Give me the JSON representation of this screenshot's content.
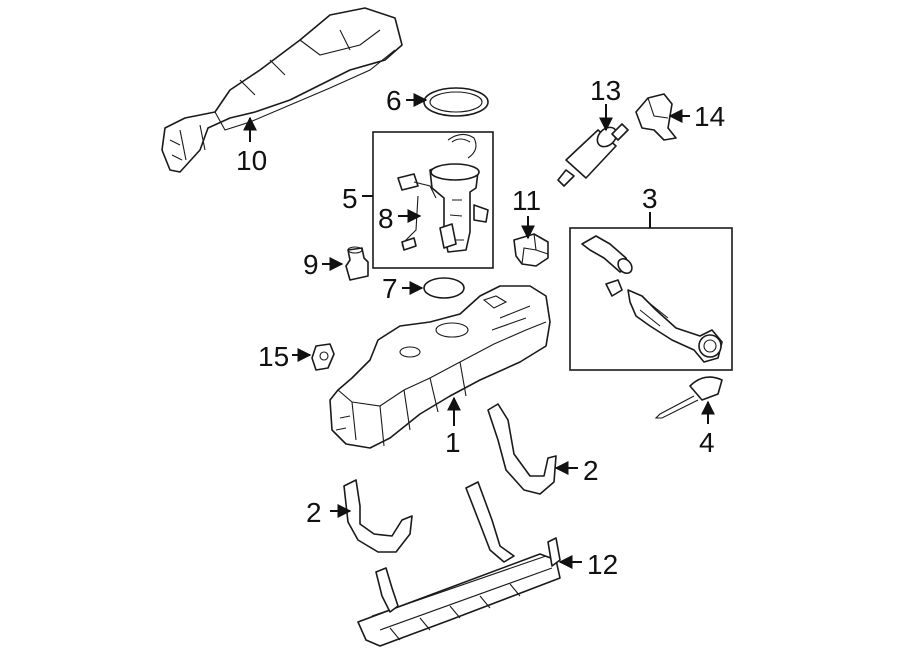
{
  "diagram": {
    "callouts": [
      {
        "id": "1",
        "label": "1"
      },
      {
        "id": "2a",
        "label": "2"
      },
      {
        "id": "2b",
        "label": "2"
      },
      {
        "id": "3",
        "label": "3"
      },
      {
        "id": "4",
        "label": "4"
      },
      {
        "id": "5",
        "label": "5"
      },
      {
        "id": "6",
        "label": "6"
      },
      {
        "id": "7",
        "label": "7"
      },
      {
        "id": "8",
        "label": "8"
      },
      {
        "id": "9",
        "label": "9"
      },
      {
        "id": "10",
        "label": "10"
      },
      {
        "id": "11",
        "label": "11"
      },
      {
        "id": "12",
        "label": "12"
      },
      {
        "id": "13",
        "label": "13"
      },
      {
        "id": "14",
        "label": "14"
      },
      {
        "id": "15",
        "label": "15"
      }
    ]
  }
}
